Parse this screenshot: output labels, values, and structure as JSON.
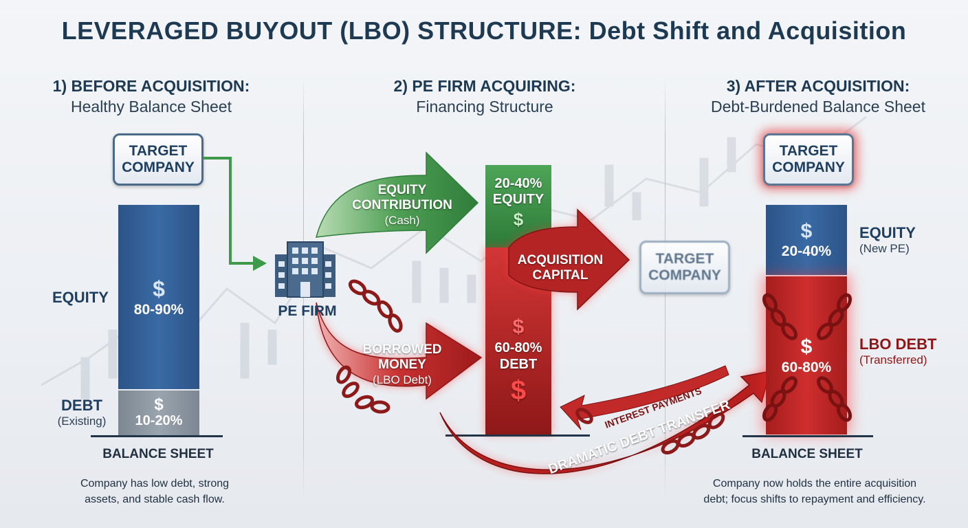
{
  "title": "LEVERAGED BUYOUT (LBO) STRUCTURE: Debt Shift and Acquisition",
  "columns": [
    {
      "heading": "1) BEFORE ACQUISITION:",
      "subheading": "Healthy Balance Sheet"
    },
    {
      "heading": "2) PE FIRM ACQUIRING:",
      "subheading": "Financing Structure"
    },
    {
      "heading": "3) AFTER ACQUISITION:",
      "subheading": "Debt-Burdened Balance Sheet"
    }
  ],
  "before": {
    "target_line1": "TARGET",
    "target_line2": "COMPANY",
    "equity_label": "EQUITY",
    "equity_symbol": "$",
    "equity_range": "80-90%",
    "debt_label": "DEBT",
    "debt_sub": "(Existing)",
    "debt_symbol": "$",
    "debt_range": "10-20%",
    "balance_label": "BALANCE SHEET",
    "caption_line1": "Company has low debt, strong",
    "caption_line2": "assets, and stable cash flow."
  },
  "financing": {
    "pe_firm_label": "PE FIRM",
    "equity_arrow_line1": "EQUITY",
    "equity_arrow_line2": "CONTRIBUTION",
    "equity_arrow_sub": "(Cash)",
    "debt_arrow_line1": "BORROWED",
    "debt_arrow_line2": "MONEY",
    "debt_arrow_sub": "(LBO Debt)",
    "equity_pct": "20-40%",
    "equity_word": "EQUITY",
    "equity_symbol": "$",
    "debt_symbol_top": "$",
    "debt_pct": "60-80%",
    "debt_word": "DEBT",
    "debt_symbol_bottom": "$",
    "capital_line1": "ACQUISITION",
    "capital_line2": "CAPITAL",
    "target_line1": "TARGET",
    "target_line2": "COMPANY",
    "interest_label": "INTEREST PAYMENTS",
    "transfer_label": "DRAMATIC DEBT TRANSFER"
  },
  "after": {
    "target_line1": "TARGET",
    "target_line2": "COMPANY",
    "equity_symbol": "$",
    "equity_range": "20-40%",
    "equity_label": "EQUITY",
    "equity_sub": "(New PE)",
    "debt_symbol": "$",
    "debt_range": "60-80%",
    "debt_label": "LBO DEBT",
    "debt_sub": "(Transferred)",
    "balance_label": "BALANCE SHEET",
    "caption_line1": "Company now holds the entire acquisition",
    "caption_line2": "debt; focus shifts to repayment and efficiency."
  },
  "colors": {
    "equity_blue": "#2f5a8e",
    "debt_gray": "#8c96a0",
    "equity_green": "#3f9a4a",
    "debt_red": "#c42424",
    "dark_navy": "#1e3a52"
  }
}
